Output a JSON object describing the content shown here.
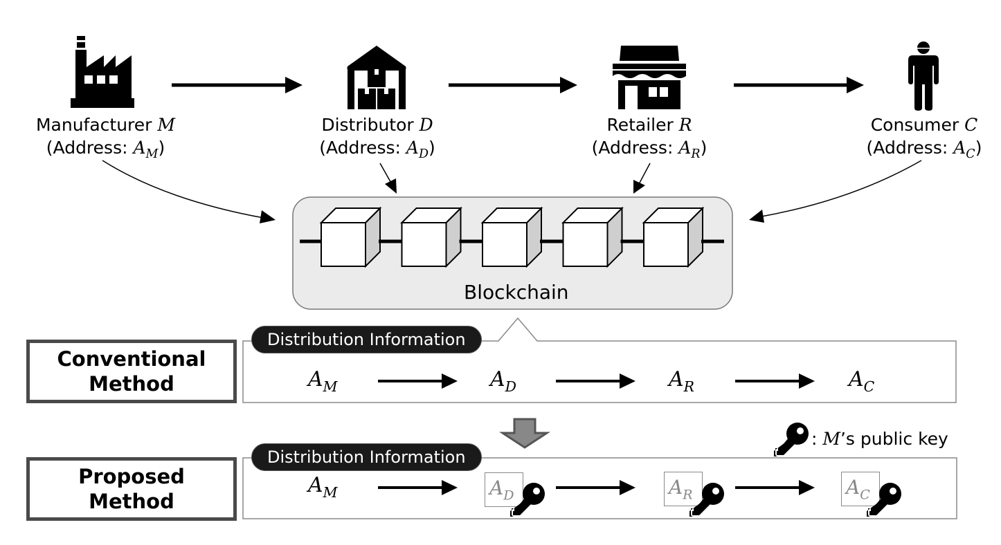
{
  "actors": [
    {
      "id": "manufacturer",
      "name": "Manufacturer",
      "symbol": "M",
      "address_prefix": "(Address: ",
      "address_base": "A",
      "address_sub": "M",
      "address_suffix": ")",
      "icon": "factory-icon"
    },
    {
      "id": "distributor",
      "name": "Distributor",
      "symbol": "D",
      "address_prefix": "(Address: ",
      "address_base": "A",
      "address_sub": "D",
      "address_suffix": ")",
      "icon": "warehouse-icon"
    },
    {
      "id": "retailer",
      "name": "Retailer",
      "symbol": "R",
      "address_prefix": "(Address: ",
      "address_base": "A",
      "address_sub": "R",
      "address_suffix": ")",
      "icon": "store-icon"
    },
    {
      "id": "consumer",
      "name": "Consumer",
      "symbol": "C",
      "address_prefix": "(Address: ",
      "address_base": "A",
      "address_sub": "C",
      "address_suffix": ")",
      "icon": "person-icon"
    }
  ],
  "blockchain": {
    "label": "Blockchain",
    "block_count": 5,
    "background": "#ebebeb",
    "icon": "block-cube-icon"
  },
  "conventional": {
    "method_label_line1": "Conventional",
    "method_label_line2": "Method",
    "info_label": "Distribution Information",
    "chain": [
      {
        "base": "A",
        "sub": "M"
      },
      {
        "base": "A",
        "sub": "D"
      },
      {
        "base": "A",
        "sub": "R"
      },
      {
        "base": "A",
        "sub": "C"
      }
    ]
  },
  "proposed": {
    "method_label_line1": "Proposed",
    "method_label_line2": "Method",
    "info_label": "Distribution Information",
    "chain": [
      {
        "base": "A",
        "sub": "M",
        "encrypted": false
      },
      {
        "base": "A",
        "sub": "D",
        "encrypted": true
      },
      {
        "base": "A",
        "sub": "R",
        "encrypted": true
      },
      {
        "base": "A",
        "sub": "C",
        "encrypted": true
      }
    ]
  },
  "legend": {
    "icon": "key-icon",
    "separator": ": ",
    "symbol": "M",
    "text": "’s public key"
  },
  "colors": {
    "method_border": "#4a4a4a",
    "pill_bg": "#1a1a1a",
    "down_arrow": "#888888",
    "encrypted_text": "#888888"
  }
}
